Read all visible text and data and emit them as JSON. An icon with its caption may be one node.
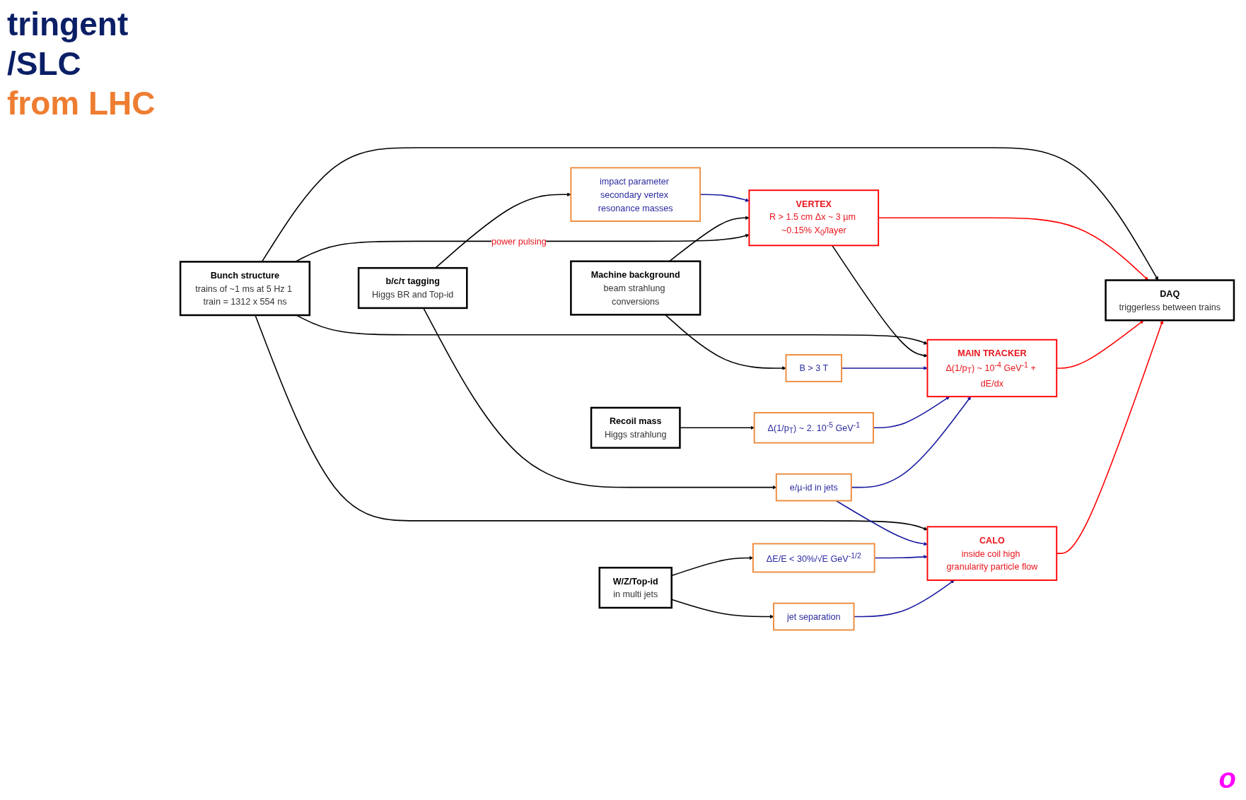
{
  "diagram": {
    "nodes": [
      {
        "text": [
          "Machine background",
          "beam strahlung conversions"
        ]
      },
      {
        "text": [
          "Bunch structure",
          "trains of ~1 ms at 5 Hz 1 train = 1312 x 554 ns"
        ]
      },
      {
        "text": [
          "b/c/τ tagging",
          "Higgs BR and Top-id"
        ]
      },
      {
        "text": [
          "impact parameter secondary vertex resonance masses"
        ]
      },
      {
        "text": [
          "VERTEX",
          "R > 1.5 cm Δx ~ 3 µm ~0.15% X$_{0}$/layer"
        ]
      },
      {
        "text": [
          "B > 3 T"
        ]
      },
      {
        "text": [
          "Recoil mass",
          "Higgs strahlung"
        ]
      },
      {
        "text": [
          "Δ(1/p$_{T}$) ~ 2. 10$^{-5}$ GeV$^{-1}$"
        ]
      },
      {
        "text": [
          "MAIN TRACKER",
          "Δ(1/p$_{T}$) ~ 10$^{-4}$ GeV$^{-1}$ + dE/dx"
        ]
      },
      {
        "text": [
          "DAQ",
          "triggerless between trains"
        ]
      },
      {
        "text": [
          "e/µ-id in jets"
        ]
      },
      {
        "text": [
          "W/Z/Top-id",
          "in multi jets"
        ]
      },
      {
        "text": [
          "ΔE/E < 30%/√E GeV$^{-1/2}$"
        ]
      },
      {
        "text": [
          "CALO",
          "inside coil high granularity particle flow"
        ]
      },
      {
        "text": [
          "jet separation"
        ]
      }
    ],
    "edges": [
      {
        "from": 2,
        "to": 3,
        "arrow": "to"
      },
      {
        "from": 3,
        "to": 4,
        "arrow": "to",
        "color": "#1a1aa0"
      },
      {
        "from": 0,
        "to": 4,
        "arrow": "to"
      },
      {
        "from": 0,
        "to": 5,
        "arrow": "to"
      },
      {
        "from": 1,
        "to": 9,
        "arrow": "to"
      },
      {
        "from": 1,
        "to": 4,
        "arrow": "to",
        "label": "power pulsing"
      },
      {
        "from": 1,
        "to": 8,
        "arrow": "to"
      },
      {
        "from": 1,
        "to": 13,
        "arrow": "to"
      },
      {
        "from": 2,
        "to": 10,
        "arrow": "to"
      },
      {
        "from": 4,
        "to": 8,
        "arrow": "to"
      },
      {
        "from": 4,
        "to": 9,
        "arrow": "to",
        "color": "#ff0000"
      },
      {
        "from": 5,
        "to": 8,
        "arrow": "to",
        "color": "#1a1aa0"
      },
      {
        "from": 6,
        "to": 7,
        "arrow": "to"
      },
      {
        "from": 7,
        "to": 8,
        "arrow": "to",
        "color": "#1a1aa0"
      },
      {
        "from": 8,
        "to": 9,
        "arrow": "to",
        "color": "#ff0000"
      },
      {
        "from": 10,
        "to": 8,
        "arrow": "to",
        "color": "#1a1aa0"
      },
      {
        "from": 10,
        "to": 13,
        "arrow": "to",
        "color": "#1a1aa0"
      },
      {
        "from": 11,
        "to": 12,
        "arrow": "to"
      },
      {
        "from": 11,
        "to": 14,
        "arrow": "to"
      },
      {
        "from": 12,
        "to": 13,
        "arrow": "to",
        "color": "#1a1aa0"
      },
      {
        "from": 14,
        "to": 13,
        "arrow": "to",
        "color": "#1a1aa0"
      },
      {
        "from": 13,
        "to": 9,
        "arrow": "to",
        "color": "#ff0000"
      }
    ],
    "labels": [
      "tringent",
      "/SLC",
      "from LHC",
      "o"
    ]
  }
}
